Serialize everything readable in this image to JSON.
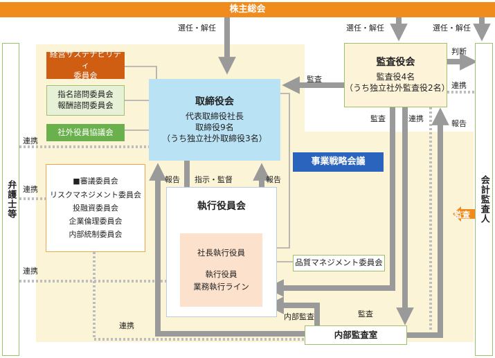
{
  "colors": {
    "shareholders_bar": "#f08c1e",
    "yellow_region": "#fcf4d6",
    "board": "#b9e2f5",
    "audit_board_fill": "#fdf3d9",
    "sustainability": "#cf5d12",
    "nomination": "#e6f1d8",
    "nomination_border": "#9bc26a",
    "outside_officers": "#6ab04c",
    "strategy": "#2b64bd",
    "exec_officers_inner": "#fce2cc",
    "gray_line": "#a6a6a6",
    "gray_arrow": "#9a9a9a",
    "audit_arrow": "#f08c1e"
  },
  "shareholders": {
    "label": "株主総会"
  },
  "board": {
    "title": "取締役会",
    "line1": "代表取締役社長",
    "line2": "取締役9名",
    "line3": "（うち独立社外取締役3名）"
  },
  "audit_board": {
    "title": "監査役会",
    "line1": "監査役4名",
    "line2": "（うち独立社外監査役2名）"
  },
  "sustainability": {
    "line1": "経営サステナビリティ",
    "line2": "委員会"
  },
  "nomination": {
    "line1": "指名諮問委員会",
    "line2": "報酬諮問委員会"
  },
  "outside_officers": {
    "label": "社外役員協議会"
  },
  "strategy": {
    "label": "事業戦略会議"
  },
  "committees": {
    "items": [
      "■審議委員会",
      "リスクマネジメント委員会",
      "投融資委員会",
      "企業倫理委員会",
      "内部統制委員会"
    ]
  },
  "exec_committee": {
    "title": "執行役員会",
    "president": "社長執行役員",
    "line_a": "執行役員",
    "line_b": "業務執行ライン"
  },
  "quality": {
    "label": "品質マネジメント委員会"
  },
  "internal_audit": {
    "label": "内部監査室"
  },
  "lawyers": {
    "label": "弁護士等"
  },
  "accounting_auditor": {
    "label": "会計監査人"
  },
  "edges": {
    "elect1": "選任・解任",
    "elect2": "選任・解任",
    "elect3": "選任・解任",
    "judgment": "判断",
    "link_audit_acct": "連携",
    "report_acct": "報告",
    "audit_to_board": "監査",
    "audit_down": "監査",
    "link_audit_internal": "連携",
    "link_lawyer1": "連携",
    "link_lawyer2": "連携",
    "link_lawyer3": "連携",
    "link_internal": "連携",
    "report_left": "報告",
    "instruct": "指示・監督",
    "report_right": "報告",
    "internal_audit": "内部監査",
    "audit_internal": "監査",
    "acct_audit": "監査"
  }
}
